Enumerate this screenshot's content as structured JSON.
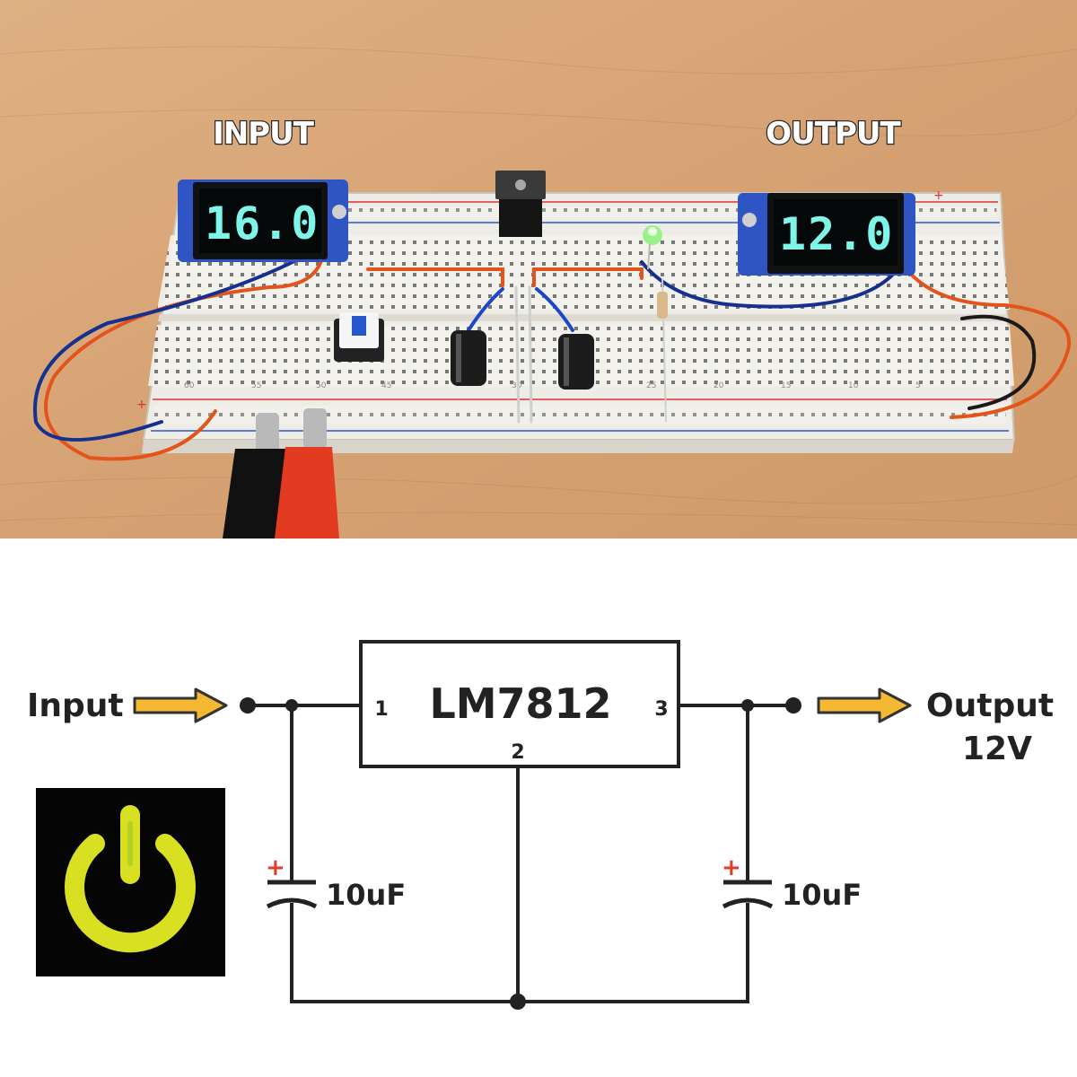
{
  "photo": {
    "input_label": "INPUT",
    "output_label": "OUTPUT",
    "input_display": "16.0",
    "output_display": "12.0"
  },
  "schematic": {
    "input_label": "Input",
    "output_label": "Output",
    "output_voltage": "12V",
    "regulator_name": "LM7812",
    "pin1": "1",
    "pin2": "2",
    "pin3": "3",
    "cap_left_value": "10uF",
    "cap_right_value": "10uF",
    "cap_polarity": "+"
  },
  "colors": {
    "arrow_fill": "#f5b833",
    "power_icon": "#d8e021",
    "wood": "#d9a777",
    "display_digits": "#7ff5ea"
  }
}
